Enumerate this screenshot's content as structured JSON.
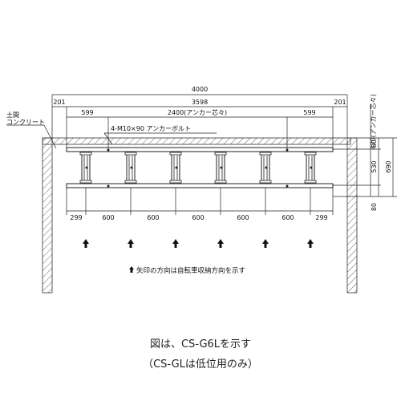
{
  "dimensions": {
    "overall": "4000",
    "end_left": "201",
    "inner": "3598",
    "end_right": "201",
    "edge_left": "599",
    "anchor_pitch": "2400(アンカー芯々)",
    "edge_right": "599",
    "bottom": [
      "299",
      "600",
      "600",
      "600",
      "600",
      "600",
      "299"
    ],
    "right_top": "80",
    "right_mid": "530",
    "right_total": "690",
    "right_bottom": "80",
    "right_anchor": "470(アンカー芯々)"
  },
  "labels": {
    "ground_line1": "土間",
    "ground_line2": "コンクリート",
    "anchor_bolt": "4-M10×90 アンカーボルト",
    "arrow_note": "矢印の方向は自転車収納方向を示す"
  },
  "caption": {
    "line1": "図は、CS-G6Lを示す",
    "line2": "（CS-GLは低位用のみ）"
  }
}
